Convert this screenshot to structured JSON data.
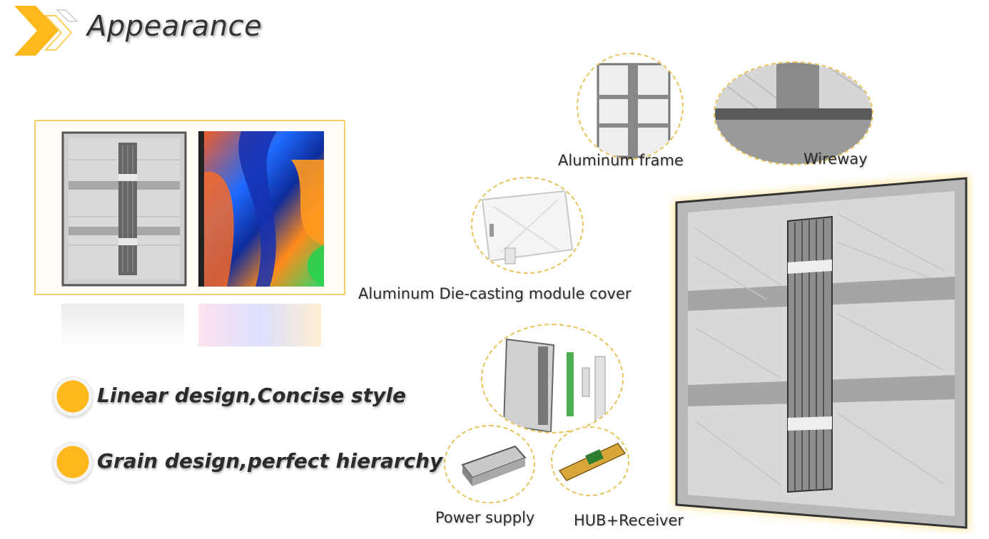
{
  "header": {
    "title": "Appearance"
  },
  "features": [
    {
      "label": "Linear design,Concise style"
    },
    {
      "label": "Grain design,perfect hierarchy"
    }
  ],
  "callouts": {
    "frame": "Aluminum frame",
    "wireway": "Wireway",
    "module_cover": "Aluminum Die-casting module cover",
    "power": "Power supply",
    "hub": "HUB+Receiver"
  },
  "colors": {
    "accent": "#ffb81c",
    "dashed": "#e8c35a",
    "text": "#2b2b2b"
  }
}
